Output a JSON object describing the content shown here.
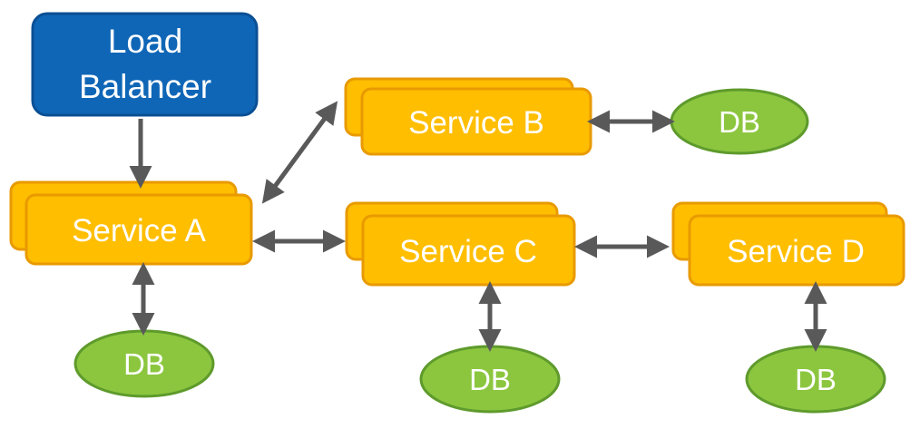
{
  "load_balancer": {
    "line1": "Load",
    "line2": "Balancer"
  },
  "services": {
    "a": "Service A",
    "b": "Service B",
    "c": "Service C",
    "d": "Service D"
  },
  "databases": {
    "a": "DB",
    "b": "DB",
    "c": "DB",
    "d": "DB"
  },
  "colors": {
    "load_balancer_fill": "#0f66b7",
    "load_balancer_border": "#0a4f94",
    "service_fill": "#ffbe00",
    "service_border": "#e89a00",
    "db_fill": "#8cc63f",
    "db_border": "#5e9a2c",
    "arrow": "#595959"
  }
}
